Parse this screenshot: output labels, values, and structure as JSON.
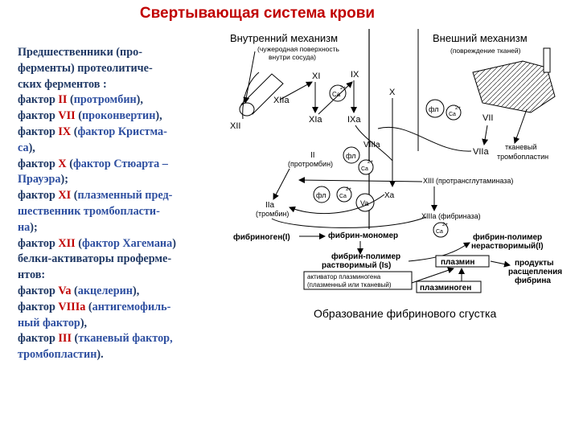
{
  "title": "Свертывающая система крови",
  "left_lines": [
    [
      {
        "t": "Предшественники (про-",
        "c": "kw"
      }
    ],
    [
      {
        "t": "ферменты) протеолитиче-",
        "c": "kw"
      }
    ],
    [
      {
        "t": "ских ферментов :",
        "c": "kw"
      }
    ],
    [
      {
        "t": "фактор ",
        "c": "kw"
      },
      {
        "t": "II",
        "c": "rn"
      },
      {
        "t": " (",
        "c": "kw"
      },
      {
        "t": "протромбин",
        "c": "nm"
      },
      {
        "t": "),",
        "c": "kw"
      }
    ],
    [
      {
        "t": "фактор ",
        "c": "kw"
      },
      {
        "t": "VII",
        "c": "rn"
      },
      {
        "t": " (",
        "c": "kw"
      },
      {
        "t": "проконвертин",
        "c": "nm"
      },
      {
        "t": "),",
        "c": "kw"
      }
    ],
    [
      {
        "t": "фактор ",
        "c": "kw"
      },
      {
        "t": "IX",
        "c": "rn"
      },
      {
        "t": " (",
        "c": "kw"
      },
      {
        "t": "фактор Кристма-",
        "c": "nm"
      }
    ],
    [
      {
        "t": "са",
        "c": "nm"
      },
      {
        "t": "),",
        "c": "kw"
      }
    ],
    [
      {
        "t": "фактор ",
        "c": "kw"
      },
      {
        "t": "X",
        "c": "rn"
      },
      {
        "t": " (",
        "c": "kw"
      },
      {
        "t": "фактор Стюарта –",
        "c": "nm"
      }
    ],
    [
      {
        "t": "Прауэра",
        "c": "nm"
      },
      {
        "t": ");",
        "c": "kw"
      }
    ],
    [
      {
        "t": "фактор ",
        "c": "kw"
      },
      {
        "t": "XI",
        "c": "rn"
      },
      {
        "t": " (",
        "c": "kw"
      },
      {
        "t": "плазменный пред-",
        "c": "nm"
      }
    ],
    [
      {
        "t": "шественник тромбопласти-",
        "c": "nm"
      }
    ],
    [
      {
        "t": "на",
        "c": "nm"
      },
      {
        "t": ");",
        "c": "kw"
      }
    ],
    [
      {
        "t": "фактор ",
        "c": "kw"
      },
      {
        "t": "XII",
        "c": "rn"
      },
      {
        "t": " (",
        "c": "kw"
      },
      {
        "t": "фактор Хагемана",
        "c": "nm"
      },
      {
        "t": ")",
        "c": "kw"
      }
    ],
    [
      {
        "t": "белки-активаторы проферме-",
        "c": "kw"
      }
    ],
    [
      {
        "t": "нтов:",
        "c": "kw"
      }
    ],
    [
      {
        "t": "фактор ",
        "c": "kw"
      },
      {
        "t": "Va",
        "c": "rn"
      },
      {
        "t": " (",
        "c": "kw"
      },
      {
        "t": "акцелерин",
        "c": "nm"
      },
      {
        "t": "),",
        "c": "kw"
      }
    ],
    [
      {
        "t": "фактор ",
        "c": "kw"
      },
      {
        "t": "VIIIa",
        "c": "rn"
      },
      {
        "t": " (",
        "c": "kw"
      },
      {
        "t": "антигемофиль-",
        "c": "nm"
      }
    ],
    [
      {
        "t": "ный фактор",
        "c": "nm"
      },
      {
        "t": "),",
        "c": "kw"
      }
    ],
    [
      {
        "t": "фактор ",
        "c": "kw"
      },
      {
        "t": "III",
        "c": "rn"
      },
      {
        "t": " (",
        "c": "kw"
      },
      {
        "t": "тканевый фактор,",
        "c": "nm"
      }
    ],
    [
      {
        "t": "тромбопластин",
        "c": "nm"
      },
      {
        "t": ").",
        "c": "kw"
      }
    ]
  ],
  "caption": "Образование фибринового сгустка",
  "diagram": {
    "intrinsic_header": "Внутренний механизм",
    "extrinsic_header": "Внешний механизм",
    "foreign_surface_l1": "(чужеродная поверхность",
    "foreign_surface_l2": "внутри сосуда)",
    "tissue_damage": "(повреждение тканей)",
    "XI": "XI",
    "IX": "IX",
    "X": "X",
    "XIIa": "XIIa",
    "XII": "XII",
    "XIa": "XIa",
    "IXa": "IXa",
    "VIII": "VIIIa",
    "VII": "VII",
    "VIIa": "VIIa",
    "tissue_factor_l1": "тканевый",
    "tissue_factor_l2": "тромбопластин",
    "II_label": "II",
    "prothrombin": "(протромбин)",
    "fl": "фл",
    "ca": "Ca",
    "charge": "2+",
    "XIII_label": "XIII (протрансглутаминаза)",
    "IIa": "IIa",
    "thrombin": "(тромбин)",
    "Va": "Va",
    "Xa": "Xa",
    "XIIIa": "XIIIa (фибриназа)",
    "fibrinogen": "фибриноген(I)",
    "fibrin_monomer": "фибрин-мономер",
    "fibrin_polymer_insol_l1": "фибрин-полимер",
    "fibrin_polymer_insol_l2": "нерастворимый(I)",
    "fibrin_polymer_sol_l1": "фибрин-полимер",
    "fibrin_polymer_sol_l2": "растворимый (Is)",
    "plasmin": "плазмин",
    "products_l1": "продукты",
    "products_l2": "расщепления",
    "products_l3": "фибрина",
    "activator_l1": "активатор плазминогена",
    "activator_l2": "(плазменный или тканевый)",
    "plasminogen": "плазминоген"
  }
}
